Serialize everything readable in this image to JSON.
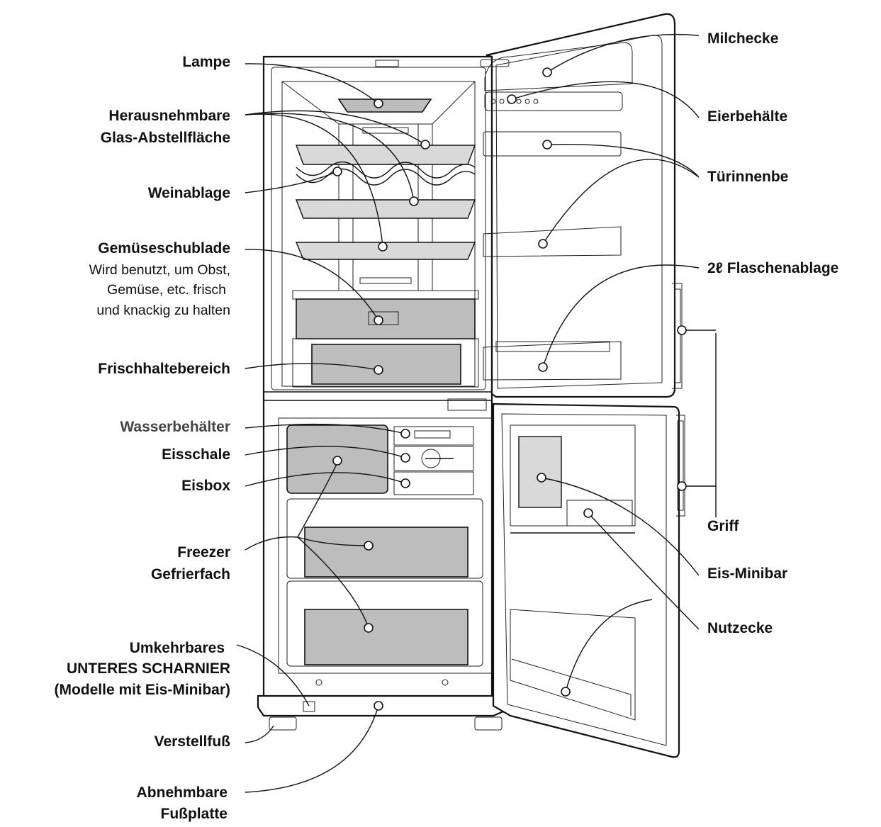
{
  "labels": {
    "lampe": "Lampe",
    "glas_1": "Herausnehmbare",
    "glas_2": "Glas-Abstellfläche",
    "weinablage": "Weinablage",
    "gemuese_1": "Gemüseschublade",
    "gemuese_2": "Wird benutzt, um Obst,",
    "gemuese_3": "Gemüse, etc. frisch",
    "gemuese_4": "und knackig zu halten",
    "frisch": "Frischhaltebereich",
    "wasser": "Wasserbehälter",
    "eisschale": "Eisschale",
    "eisbox": "Eisbox",
    "freezer_1": "Freezer",
    "freezer_2": "Gefrierfach",
    "scharnier_1": "Umkehrbares",
    "scharnier_2": "UNTERES SCHARNIER",
    "scharnier_3": "(Modelle mit Eis-Minibar)",
    "verstellfuss": "Verstellfuß",
    "fussplatte_1": "Abnehmbare",
    "fussplatte_2": "Fußplatte",
    "milchecke": "Milchecke",
    "eierbehaelter": "Eierbehälte",
    "tuerinnen": "Türinnenbe",
    "flaschen": "2ℓ Flaschenablage",
    "griff": "Griff",
    "eisminibar": "Eis-Minibar",
    "nutzecke": "Nutzecke"
  },
  "colors": {
    "line": "#111111",
    "drawer_fill": "#bdbdbd",
    "background": "#ffffff"
  }
}
